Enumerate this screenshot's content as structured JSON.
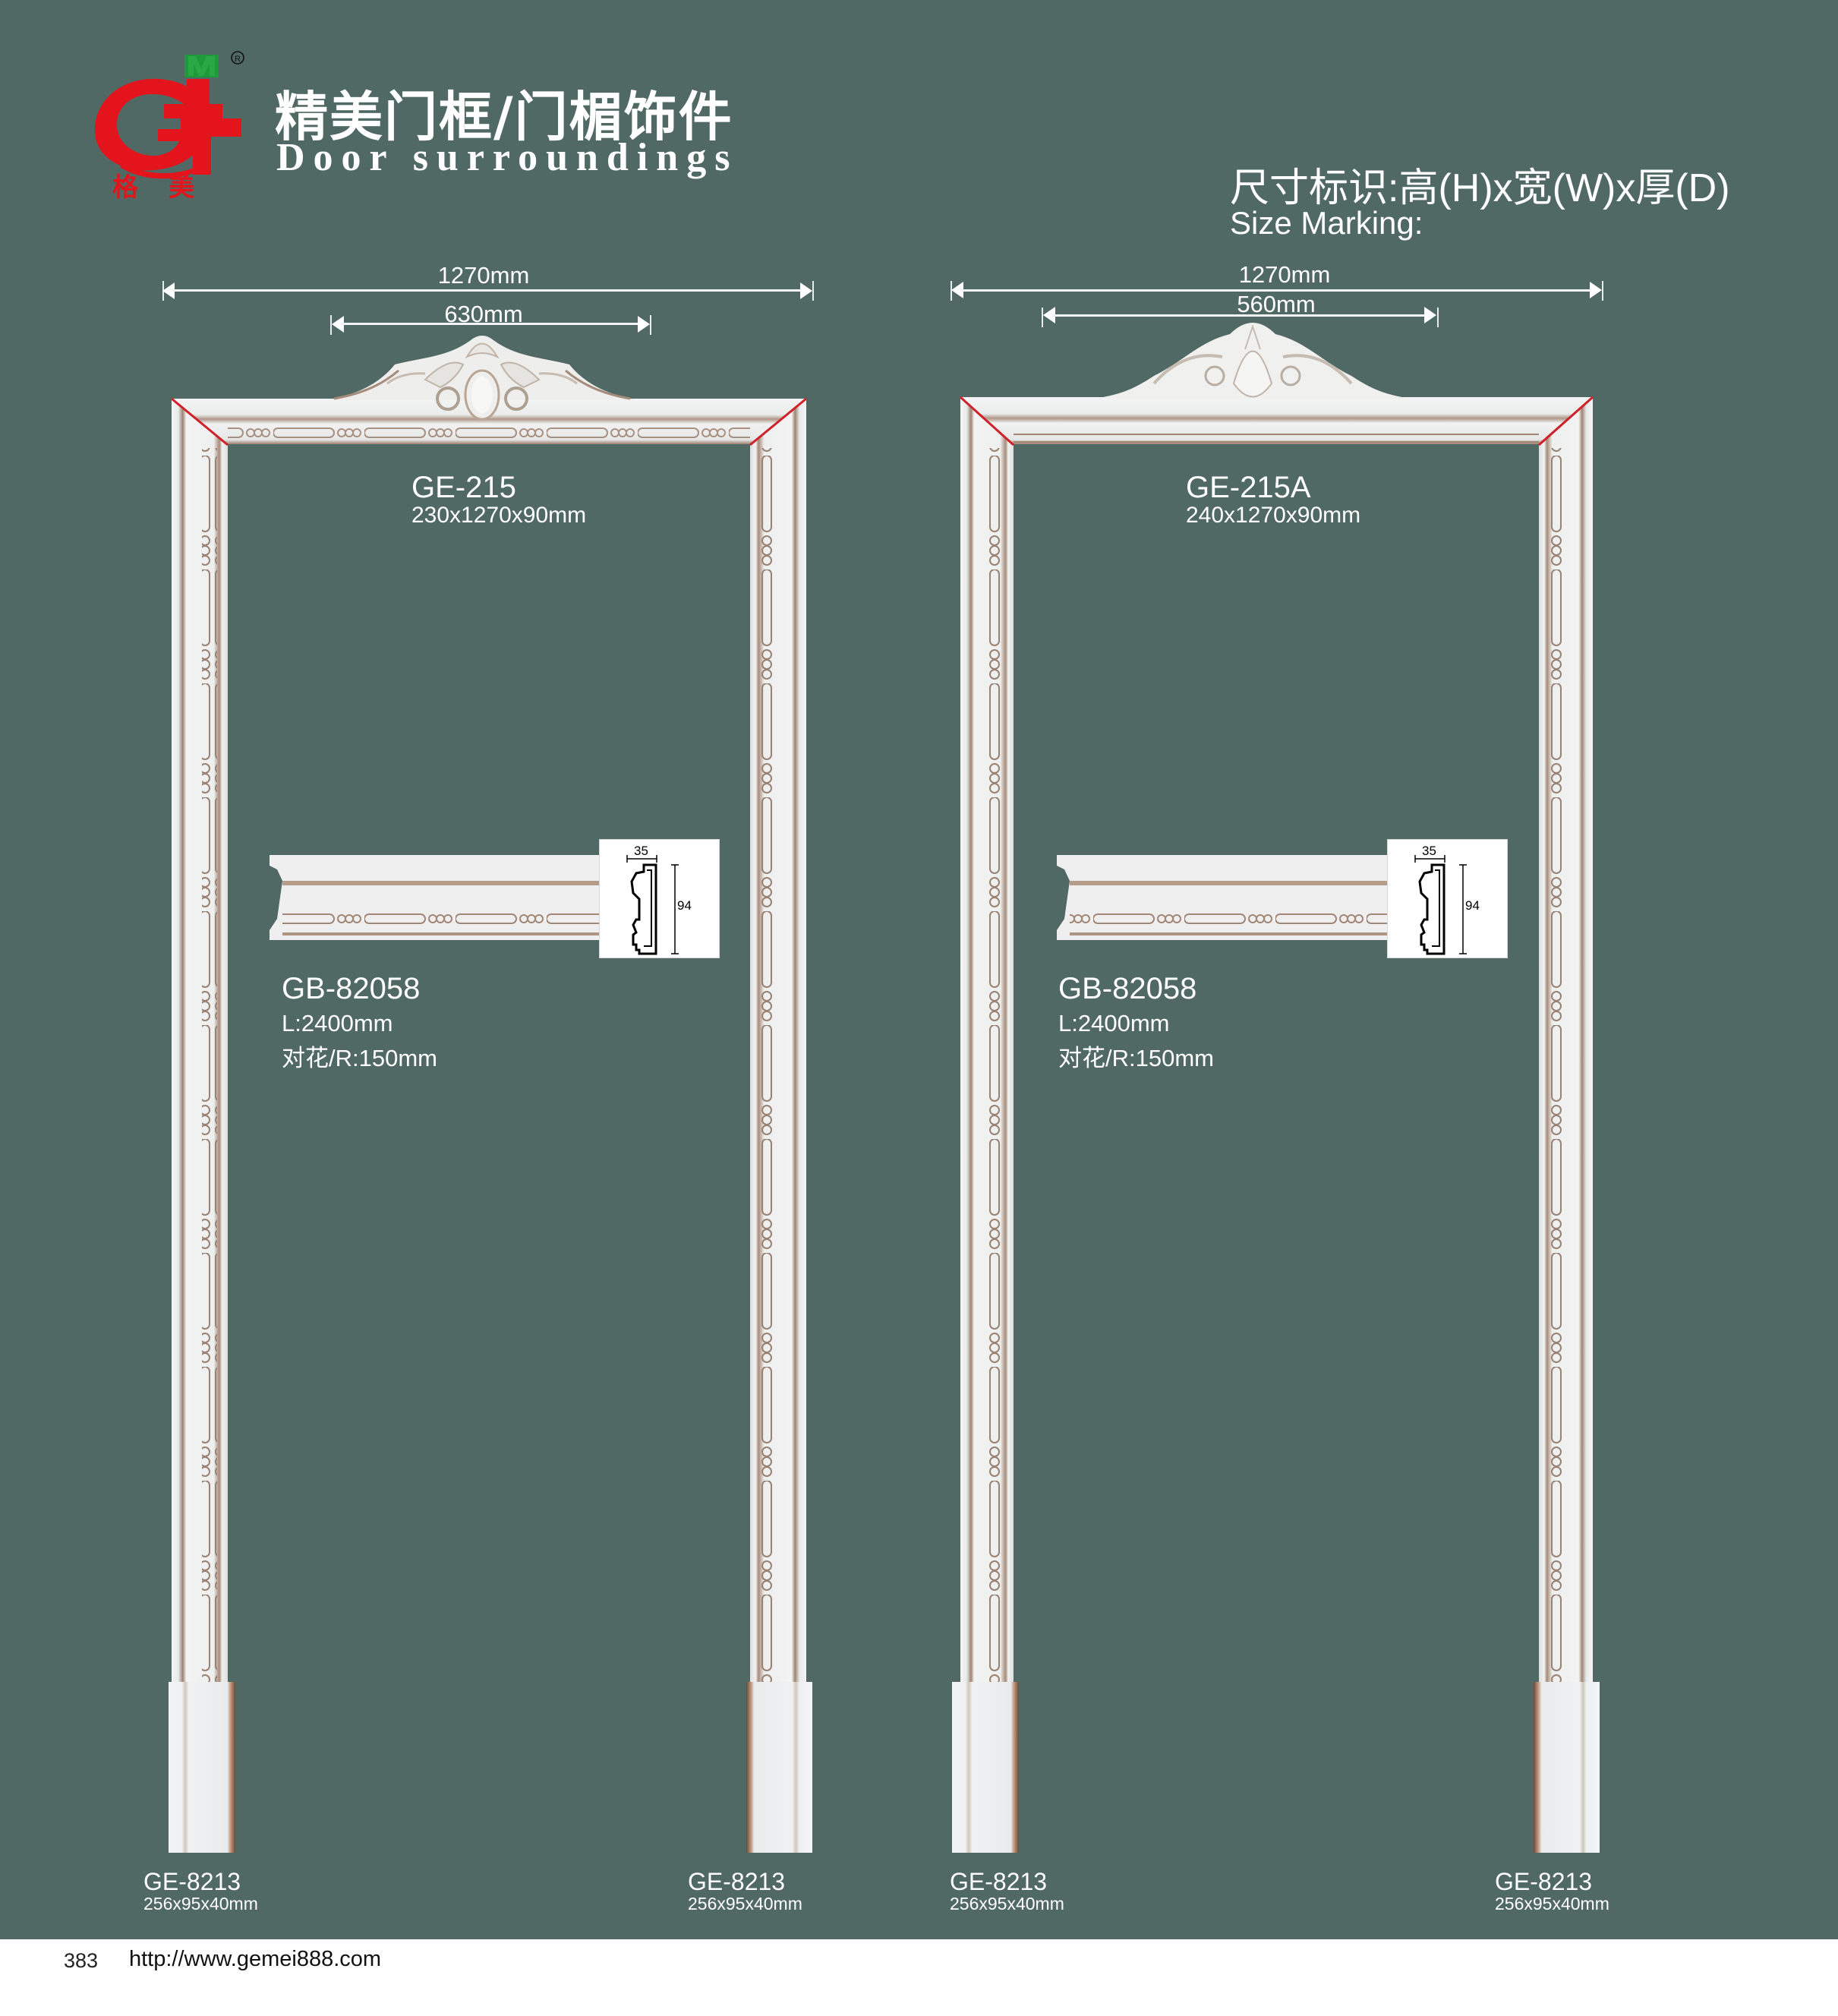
{
  "header": {
    "logo": {
      "letters": "GM",
      "chinese": "格美",
      "registered_mark": "®",
      "colors": {
        "red": "#e3141c",
        "green": "#1f9a3a"
      }
    },
    "title_cn": "精美门框/门楣饰件",
    "title_en": "Door surroundings"
  },
  "size_marking": {
    "cn": "尺寸标识:高(H)x宽(W)x厚(D)",
    "en": "Size Marking:"
  },
  "doors": [
    {
      "dimensions": {
        "overall_width": "1270mm",
        "crown_width": "630mm"
      },
      "header_piece": {
        "code": "GE-215",
        "size": "230x1270x90mm"
      },
      "molding": {
        "code": "GB-82058",
        "length": "L:2400mm",
        "repeat": "对花/R:150mm",
        "profile": {
          "width_label": "35",
          "height_label": "94"
        }
      },
      "plinths": [
        {
          "code": "GE-8213",
          "size": "256x95x40mm"
        },
        {
          "code": "GE-8213",
          "size": "256x95x40mm"
        }
      ]
    },
    {
      "dimensions": {
        "overall_width": "1270mm",
        "crown_width": "560mm"
      },
      "header_piece": {
        "code": "GE-215A",
        "size": "240x1270x90mm"
      },
      "molding": {
        "code": "GB-82058",
        "length": "L:2400mm",
        "repeat": "对花/R:150mm",
        "profile": {
          "width_label": "35",
          "height_label": "94"
        }
      },
      "plinths": [
        {
          "code": "GE-8213",
          "size": "256x95x40mm"
        },
        {
          "code": "GE-8213",
          "size": "256x95x40mm"
        }
      ]
    }
  ],
  "footer": {
    "page_number": "383",
    "url": "http://www.gemei888.com"
  },
  "colors": {
    "background": "#516964",
    "frame_white": "#eef0ef",
    "frame_shadow": "#a88c7c",
    "miter_line": "#d0202a"
  }
}
